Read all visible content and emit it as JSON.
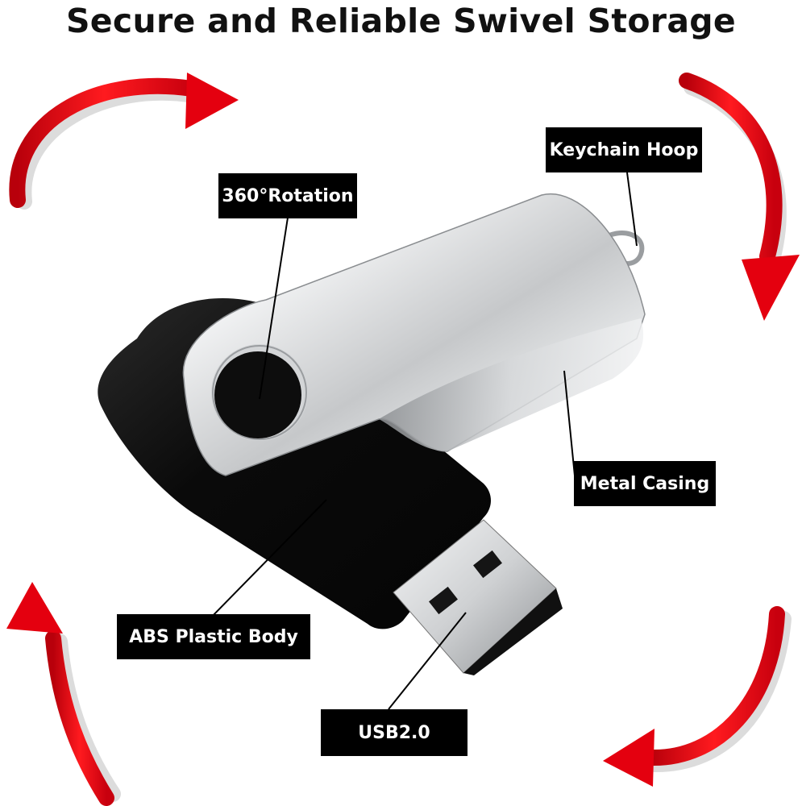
{
  "title": "Secure and Reliable Swivel Storage",
  "labels": {
    "rotation": "360°Rotation",
    "keychain": "Keychain Hoop",
    "metal": "Metal Casing",
    "abs": "ABS Plastic Body",
    "usb": "USB2.0"
  },
  "colors": {
    "arrow": "#e4000f",
    "body": "#0c0c0c",
    "metal": "#c9cbcd",
    "label_bg": "#000000",
    "label_text": "#ffffff"
  },
  "icons": [
    "rotation-arrow-icon",
    "usb-flash-drive-icon"
  ]
}
